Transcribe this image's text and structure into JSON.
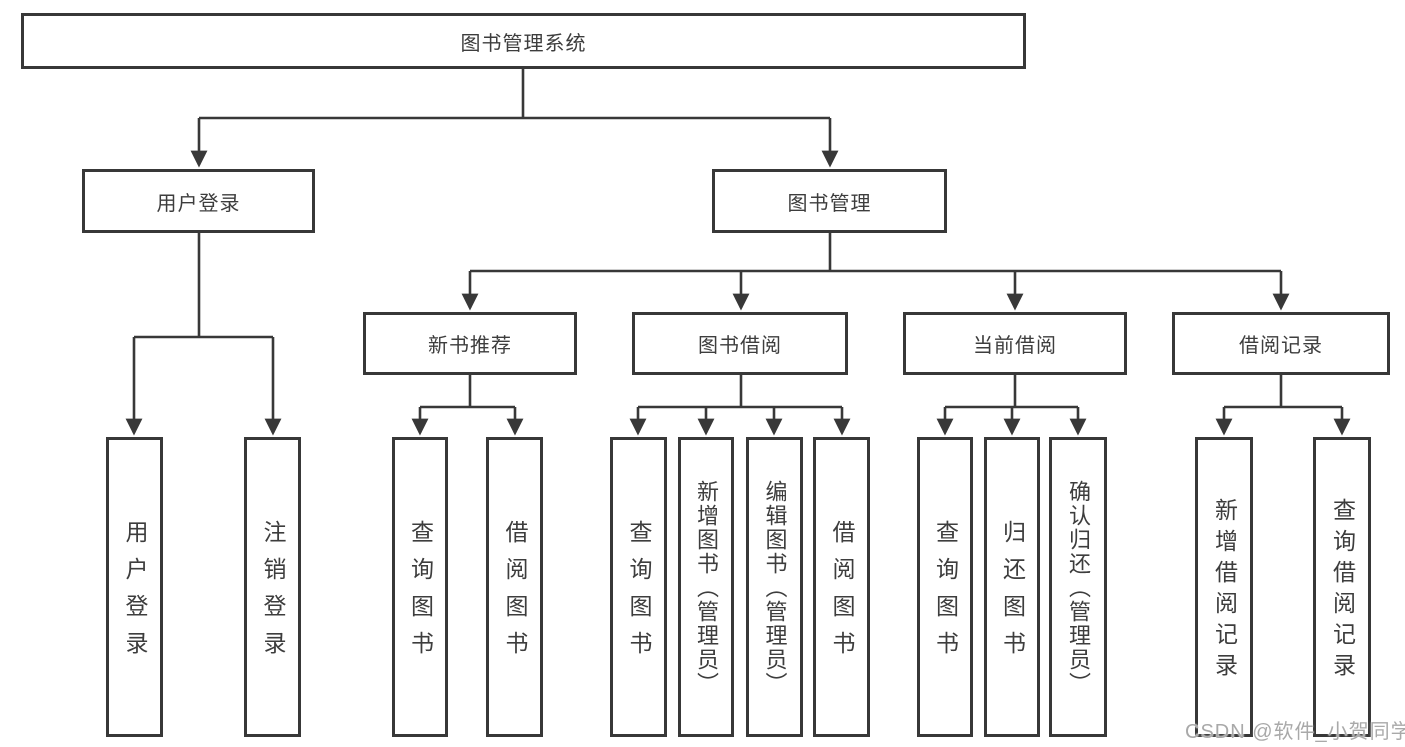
{
  "diagram": {
    "title": "图书管理系统",
    "level2": [
      "用户登录",
      "图书管理"
    ],
    "level3": [
      "新书推荐",
      "图书借阅",
      "当前借阅",
      "借阅记录"
    ],
    "leaves": {
      "user_login": [
        "用户登录",
        "注销登录"
      ],
      "new_book_recommend": [
        "查询图书",
        "借阅图书"
      ],
      "book_borrow": [
        "查询图书",
        "新增图书（管理员）",
        "编辑图书（管理员）",
        "借阅图书"
      ],
      "current_borrow": [
        "查询图书",
        "归还图书",
        "确认归还（管理员）"
      ],
      "borrow_records": [
        "新增借阅记录",
        "查询借阅记录"
      ]
    }
  },
  "watermark": "CSDN @软件_小贺同学",
  "colors": {
    "line": "#383838",
    "text": "#3d3d3d",
    "watermark": "#a9a9a9",
    "background": "#ffffff"
  }
}
